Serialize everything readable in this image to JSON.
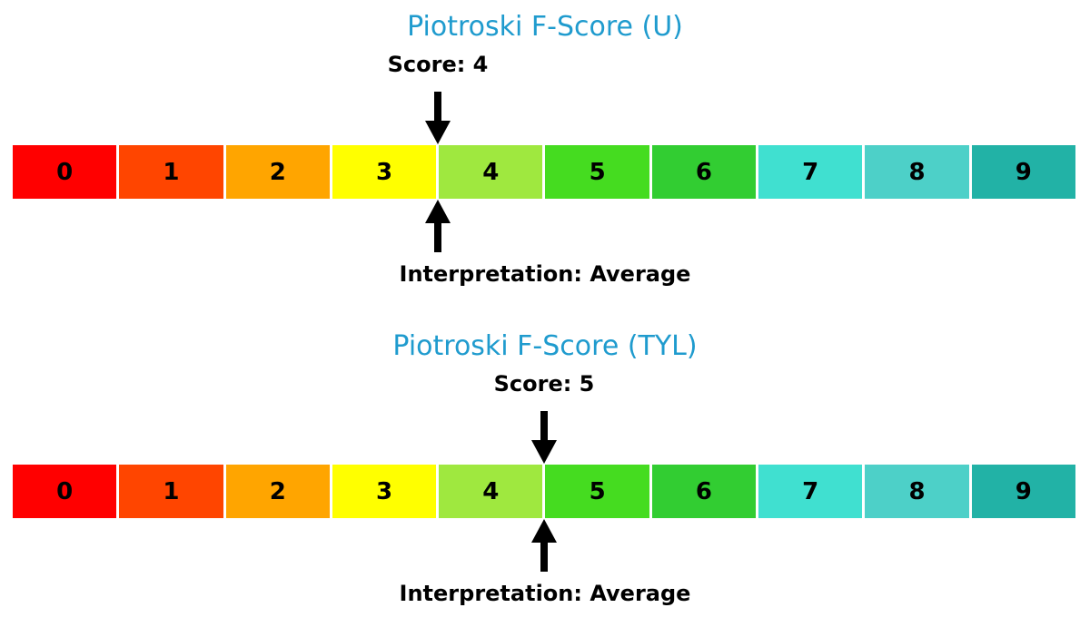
{
  "page": {
    "background_color": "#FFFFFF",
    "title_color": "#1F9BCE",
    "text_color": "#000000",
    "arrow_color": "#000000"
  },
  "scale": {
    "categories": [
      "0",
      "1",
      "2",
      "3",
      "4",
      "5",
      "6",
      "7",
      "8",
      "9"
    ],
    "colors": [
      "#FF0000",
      "#FF4500",
      "#FFA500",
      "#FFFF00",
      "#9FE83F",
      "#45DC20",
      "#32CD32",
      "#40E0D0",
      "#4DD0C8",
      "#22B2A6"
    ]
  },
  "chart_data": [
    {
      "type": "heatmap",
      "title": "Piotroski F-Score (U)",
      "score_label": "Score: 4",
      "score": 4,
      "interpretation_label": "Interpretation: Average",
      "interpretation": "Average",
      "categories": [
        "0",
        "1",
        "2",
        "3",
        "4",
        "5",
        "6",
        "7",
        "8",
        "9"
      ],
      "cell_colors": [
        "#FF0000",
        "#FF4500",
        "#FFA500",
        "#FFFF00",
        "#9FE83F",
        "#45DC20",
        "#32CD32",
        "#40E0D0",
        "#4DD0C8",
        "#22B2A6"
      ],
      "xlim": [
        0,
        10
      ],
      "grid": false,
      "annotations": "down arrow above bar and up arrow below bar both point at x = 4 (boundary between cells 3 and 4)"
    },
    {
      "type": "heatmap",
      "title": "Piotroski F-Score (TYL)",
      "score_label": "Score: 5",
      "score": 5,
      "interpretation_label": "Interpretation: Average",
      "interpretation": "Average",
      "categories": [
        "0",
        "1",
        "2",
        "3",
        "4",
        "5",
        "6",
        "7",
        "8",
        "9"
      ],
      "cell_colors": [
        "#FF0000",
        "#FF4500",
        "#FFA500",
        "#FFFF00",
        "#9FE83F",
        "#45DC20",
        "#32CD32",
        "#40E0D0",
        "#4DD0C8",
        "#22B2A6"
      ],
      "xlim": [
        0,
        10
      ],
      "grid": false,
      "annotations": "down arrow above bar and up arrow below bar both point at x = 5 (boundary between cells 4 and 5)"
    }
  ]
}
